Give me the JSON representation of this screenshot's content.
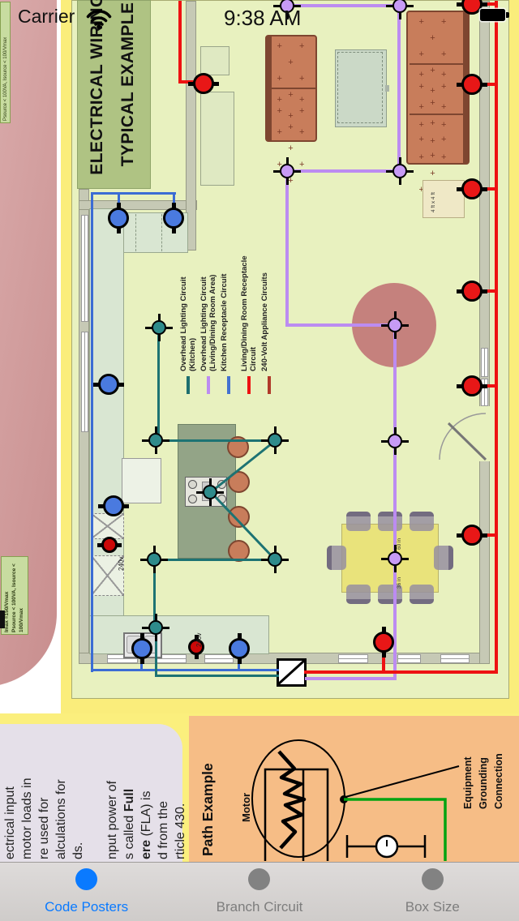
{
  "status_bar": {
    "carrier": "Carrier",
    "time": "9:38 AM"
  },
  "poster": {
    "title_line1": "ELECTRICAL WIRING",
    "title_line2": "TYPICAL EXAMPLE",
    "legend": [
      {
        "label": "Overhead Lighting Circuit (Kitchen)",
        "color": "#1D6F6F"
      },
      {
        "label": "Overhead Lighting Circuit (Living/Dining Room Area)",
        "color": "#BC8CF1"
      },
      {
        "label": "Kitchen Receptacle Circuit",
        "color": "#4472D0"
      },
      {
        "label": "Living/Dining Room Receptacle Circuit",
        "color": "#EE1212"
      },
      {
        "label": "240-Volt Appliance Circuits",
        "color": "#B03A2A"
      }
    ],
    "labels": {
      "appliance_240v_kitchen": "240v",
      "appliance_240v_sink": "240v",
      "side_table_size": "4 ft x 4 ft",
      "dining_fixture_upper": "60 in",
      "dining_fixture_lower": "36 in"
    },
    "formulas": {
      "top_left": "Psource < 100VA, Isource < 100/Vmax",
      "bottom_left_1": "Imax =150/Vmax",
      "bottom_left_2": "Psource < 100VA, Isource < 100/Vmax"
    }
  },
  "info_card": {
    "lines": [
      {
        "t": "ectrical input"
      },
      {
        "t": "motor loads in"
      },
      {
        "t": "re used for"
      },
      {
        "t": "alculations for"
      },
      {
        "t": "ds."
      },
      {
        "t": ""
      },
      {
        "t": "nput power of"
      },
      {
        "t": "s called ",
        "b": "Full"
      },
      {
        "b": "ere",
        "t2": " (FLA) is"
      },
      {
        "t": "d from the"
      },
      {
        "t": "rticle 430."
      }
    ]
  },
  "path_example": {
    "title": "Path Example",
    "motor_label": "Motor",
    "ground_line1": "Equipment",
    "ground_line2": "Grounding",
    "ground_line3": "Connection"
  },
  "tab_bar": {
    "items": [
      {
        "label": "Code Posters"
      },
      {
        "label": "Branch Circuit"
      },
      {
        "label": "Box Size"
      }
    ],
    "active_index": 0
  },
  "colors": {
    "teal": "#1D7373",
    "purple": "#BC8CF1",
    "blue": "#3B6CD4",
    "red": "#EE1212",
    "dark_red": "#C40A0A",
    "recep_blue": "#4A7ADF",
    "recep_red": "#E81717",
    "recep_dark": "#CC0808",
    "fix_teal": "#2E8B8B",
    "fix_purple": "#C79BF5",
    "ground_green": "#00A310",
    "tab_active": "#0A7AFF",
    "tab_inactive": "#828282"
  },
  "diagram": {
    "wires": [
      [
        111,
        236,
        3,
        592,
        "blue"
      ],
      [
        111,
        236,
        105,
        3,
        "blue"
      ],
      [
        144,
        238,
        3,
        26,
        "blue"
      ],
      [
        212,
        238,
        3,
        26,
        "blue"
      ],
      [
        111,
        824,
        232,
        3,
        "blue"
      ],
      [
        172,
        806,
        3,
        20,
        "blue"
      ],
      [
        292,
        806,
        3,
        20,
        "blue"
      ],
      [
        193,
        402,
        3,
        141,
        "teal"
      ],
      [
        189,
        541,
        150,
        3,
        "teal"
      ],
      [
        187,
        688,
        152,
        3,
        "teal"
      ],
      [
        188,
        688,
        3,
        87,
        "teal"
      ],
      [
        190,
        772,
        3,
        62,
        "teal"
      ],
      [
        190,
        831,
        153,
        3,
        "teal"
      ],
      [
        351,
        4,
        142,
        4,
        "purple"
      ],
      [
        489,
        4,
        4,
        208,
        "purple"
      ],
      [
        351,
        208,
        142,
        4,
        "purple"
      ],
      [
        351,
        208,
        4,
        194,
        "purple"
      ],
      [
        351,
        398,
        137,
        4,
        "purple"
      ],
      [
        484,
        398,
        4,
        440,
        "purple"
      ],
      [
        375,
        834,
        113,
        4,
        "purple"
      ],
      [
        219,
        0,
        4,
        101,
        "red"
      ],
      [
        219,
        98,
        28,
        4,
        "red"
      ],
      [
        609,
        0,
        4,
        830,
        "red"
      ],
      [
        374,
        826,
        239,
        4,
        "red"
      ],
      [
        470,
        798,
        4,
        30,
        "red"
      ],
      [
        589,
        2,
        22,
        4,
        "red"
      ],
      [
        589,
        101,
        22,
        4,
        "red"
      ],
      [
        589,
        230,
        22,
        4,
        "red"
      ],
      [
        589,
        356,
        22,
        4,
        "red"
      ],
      [
        589,
        473,
        22,
        4,
        "red"
      ],
      [
        589,
        657,
        22,
        4,
        "red"
      ]
    ],
    "receptacles": [
      [
        145,
        268,
        "v",
        "blue"
      ],
      [
        213,
        268,
        "v",
        "blue"
      ],
      [
        133,
        473,
        "h",
        "blue"
      ],
      [
        139,
        623,
        "h",
        "blue"
      ],
      [
        174,
        799,
        "v",
        "blue"
      ],
      [
        294,
        799,
        "v",
        "blue"
      ],
      [
        250,
        102,
        "h",
        "red"
      ],
      [
        581,
        4,
        "h",
        "red"
      ],
      [
        581,
        103,
        "h",
        "red"
      ],
      [
        581,
        232,
        "h",
        "red"
      ],
      [
        581,
        358,
        "h",
        "red"
      ],
      [
        581,
        475,
        "h",
        "red"
      ],
      [
        581,
        659,
        "h",
        "red"
      ],
      [
        472,
        791,
        "v",
        "red"
      ],
      [
        134,
        671,
        "h",
        "dark"
      ],
      [
        241,
        797,
        "v",
        "dark"
      ]
    ],
    "fixtures": [
      [
        195,
        403,
        "teal"
      ],
      [
        191,
        542,
        "teal"
      ],
      [
        338,
        542,
        "teal"
      ],
      [
        258,
        606,
        "teal"
      ],
      [
        189,
        689,
        "teal"
      ],
      [
        338,
        689,
        "teal"
      ],
      [
        191,
        773,
        "teal"
      ],
      [
        353,
        6,
        "purple"
      ],
      [
        492,
        6,
        "purple"
      ],
      [
        353,
        210,
        "purple"
      ],
      [
        492,
        210,
        "purple"
      ],
      [
        486,
        400,
        "purple"
      ],
      [
        486,
        543,
        "purple"
      ],
      [
        486,
        688,
        "purple"
      ]
    ]
  }
}
